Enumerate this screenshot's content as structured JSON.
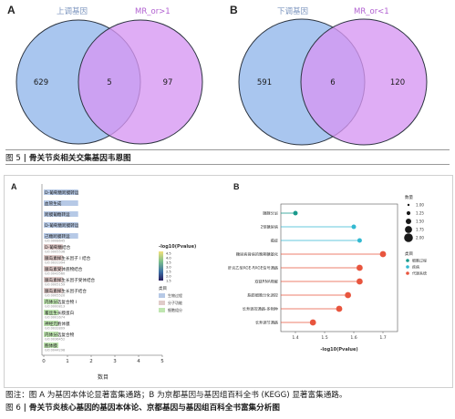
{
  "figure5": {
    "panels": [
      {
        "letter": "A",
        "left_label": "上调基因",
        "right_label": "MR_or>1",
        "left_only": "629",
        "intersection": "5",
        "right_only": "97"
      },
      {
        "letter": "B",
        "left_label": "下调基因",
        "right_label": "MR_or<1",
        "left_only": "591",
        "intersection": "6",
        "right_only": "120"
      }
    ],
    "caption_number": "图 5",
    "caption_text": "骨关节炎相关交集基因韦恩图"
  },
  "figure6": {
    "panel_a": {
      "letter": "A",
      "legend_title": "-log10(Pvalue)",
      "colorbar_ticks": [
        "4.5",
        "4.0",
        "3.5",
        "3.0",
        "2.5",
        "2.0",
        "1.5"
      ],
      "category_title": "类目",
      "categories": [
        {
          "name": "生物过程",
          "color": "#b6c9e6"
        },
        {
          "name": "分子功能",
          "color": "#e0cbc9"
        },
        {
          "name": "细胞组分",
          "color": "#bfe6b0"
        }
      ],
      "bars": [
        {
          "label": "D-葡萄糖跨膜转运",
          "go": "",
          "value": 1.45,
          "category": "生物过程"
        },
        {
          "label": "血管生成",
          "go": "",
          "value": 1.45,
          "category": "生物过程"
        },
        {
          "label": "跨膜葡糖转运",
          "go": "",
          "value": 1.45,
          "category": "生物过程"
        },
        {
          "label": "D-葡萄糖跨膜转运",
          "go": "",
          "value": 1.45,
          "category": "生物过程"
        },
        {
          "label": "己糖跨膜转运",
          "go": "GO:0008645",
          "value": 1.45,
          "category": "生物过程"
        },
        {
          "label": "D-葡萄糖结合",
          "go": "GO:0005536",
          "value": 0.8,
          "category": "分子功能"
        },
        {
          "label": "胰岛素样生长因子 I 结合",
          "go": "GO:0031994",
          "value": 0.8,
          "category": "分子功能"
        },
        {
          "label": "胰岛素受体底物结合",
          "go": "GO:0043560",
          "value": 0.8,
          "category": "分子功能"
        },
        {
          "label": "胰岛素样生长因子受体结合",
          "go": "GO:0005159",
          "value": 0.8,
          "category": "分子功能"
        },
        {
          "label": "胰岛素样生长因子结合",
          "go": "GO:0005520",
          "value": 0.8,
          "category": "分子功能"
        },
        {
          "label": "内体分选复合物 I",
          "go": "GO:0000813",
          "value": 0.62,
          "category": "细胞组分"
        },
        {
          "label": "着丝生长膜蛋白",
          "go": "GO:0001674",
          "value": 0.62,
          "category": "细胞组分"
        },
        {
          "label": "神经元胞体膜",
          "go": "GO:0032809",
          "value": 0.62,
          "category": "细胞组分"
        },
        {
          "label": "内体分选复合物",
          "go": "GO:0036452",
          "value": 0.62,
          "category": "细胞组分"
        },
        {
          "label": "胞体膜",
          "go": "GO:0044298",
          "value": 0.62,
          "category": "细胞组分"
        }
      ],
      "x_ticks": [
        "0",
        "1",
        "2",
        "3",
        "4",
        "5"
      ],
      "xlabel": "数目"
    },
    "panel_b": {
      "letter": "B",
      "legend_count_title": "数量",
      "count_levels": [
        "1.00",
        "1.25",
        "1.50",
        "1.75",
        "2.00"
      ],
      "legend_category_title": "类目",
      "categories": [
        {
          "name": "细胞过程",
          "color": "#1a9a8c"
        },
        {
          "name": "疾病",
          "color": "#33b9d1"
        },
        {
          "name": "代谢系统",
          "color": "#e8553e"
        }
      ],
      "pathways": [
        {
          "label": "胰腺分泌",
          "value": 1.4,
          "count": 1,
          "category": "细胞过程"
        },
        {
          "label": "2型糖尿病",
          "value": 1.6,
          "count": 1,
          "category": "疾病"
        },
        {
          "label": "癌症",
          "value": 1.62,
          "count": 1,
          "category": "疾病"
        },
        {
          "label": "糖尿病肾病的晚期糖基化",
          "value": 1.7,
          "count": 2,
          "category": "代谢系统"
        },
        {
          "label": "肝炎乙型AGE-RAGE信号通路",
          "value": 1.62,
          "count": 2,
          "category": "代谢系统"
        },
        {
          "label": "双链RNA降解",
          "value": 1.62,
          "count": 2,
          "category": "代谢系统"
        },
        {
          "label": "脂肪细胞分化调控",
          "value": 1.58,
          "count": 2,
          "category": "代谢系统"
        },
        {
          "label": "长寿调控通路-多物种",
          "value": 1.55,
          "count": 2,
          "category": "代谢系统"
        },
        {
          "label": "长寿调节通路",
          "value": 1.46,
          "count": 2,
          "category": "代谢系统"
        }
      ],
      "x_ticks": [
        "1.4",
        "1.5",
        "1.6",
        "1.7"
      ],
      "xlabel": "-log10(Pvalue)"
    },
    "note": "图注：图 A 为基因本体论显著富集通路；B 为京都基因与基因组百科全书 (KEGG) 显著富集通路。",
    "caption_number": "图 6",
    "caption_text": "骨关节炎核心基因的基因本体论、京都基因与基因组百科全书富集分析图"
  }
}
